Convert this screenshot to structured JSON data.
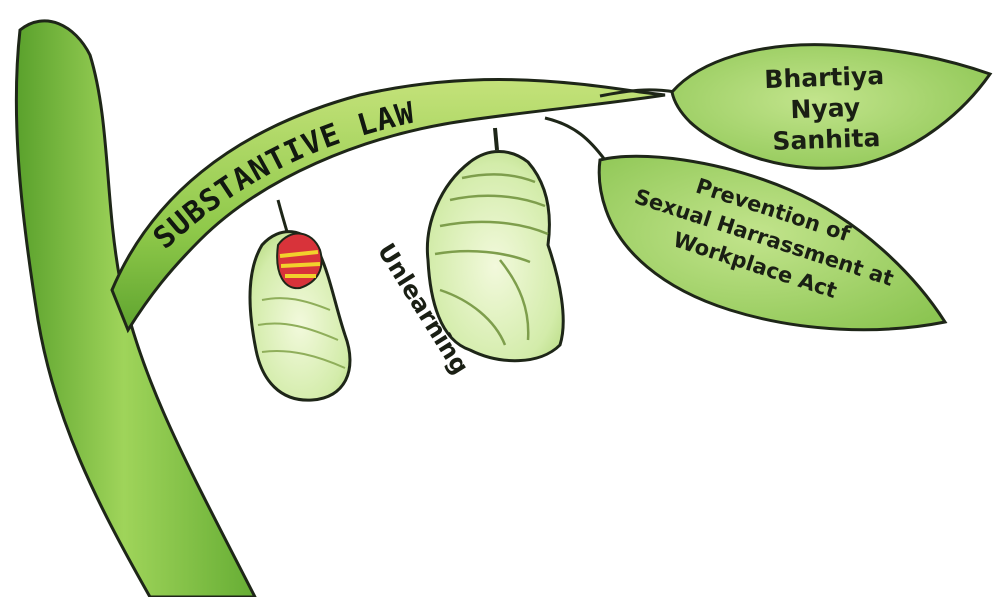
{
  "branch": {
    "label": "SUBSTANTIVE LAW"
  },
  "process": {
    "label": "Unlearning"
  },
  "leaves": [
    {
      "lines": [
        "Bhartiya",
        "Nyay",
        "Sanhita"
      ]
    },
    {
      "lines": [
        "Prevention of",
        "Sexual Harrassment at",
        "Workplace Act"
      ]
    }
  ],
  "colors": {
    "stem_light": "#a4d65a",
    "stem_dark": "#5da82f",
    "leaf_fill": "#a9d66c",
    "cocoon_fill": "#d9efb0",
    "cocoon_stripe": "#8fae5a",
    "outline": "#1e2618",
    "butterfly_red": "#d8333a",
    "butterfly_yellow": "#f2d12c"
  }
}
